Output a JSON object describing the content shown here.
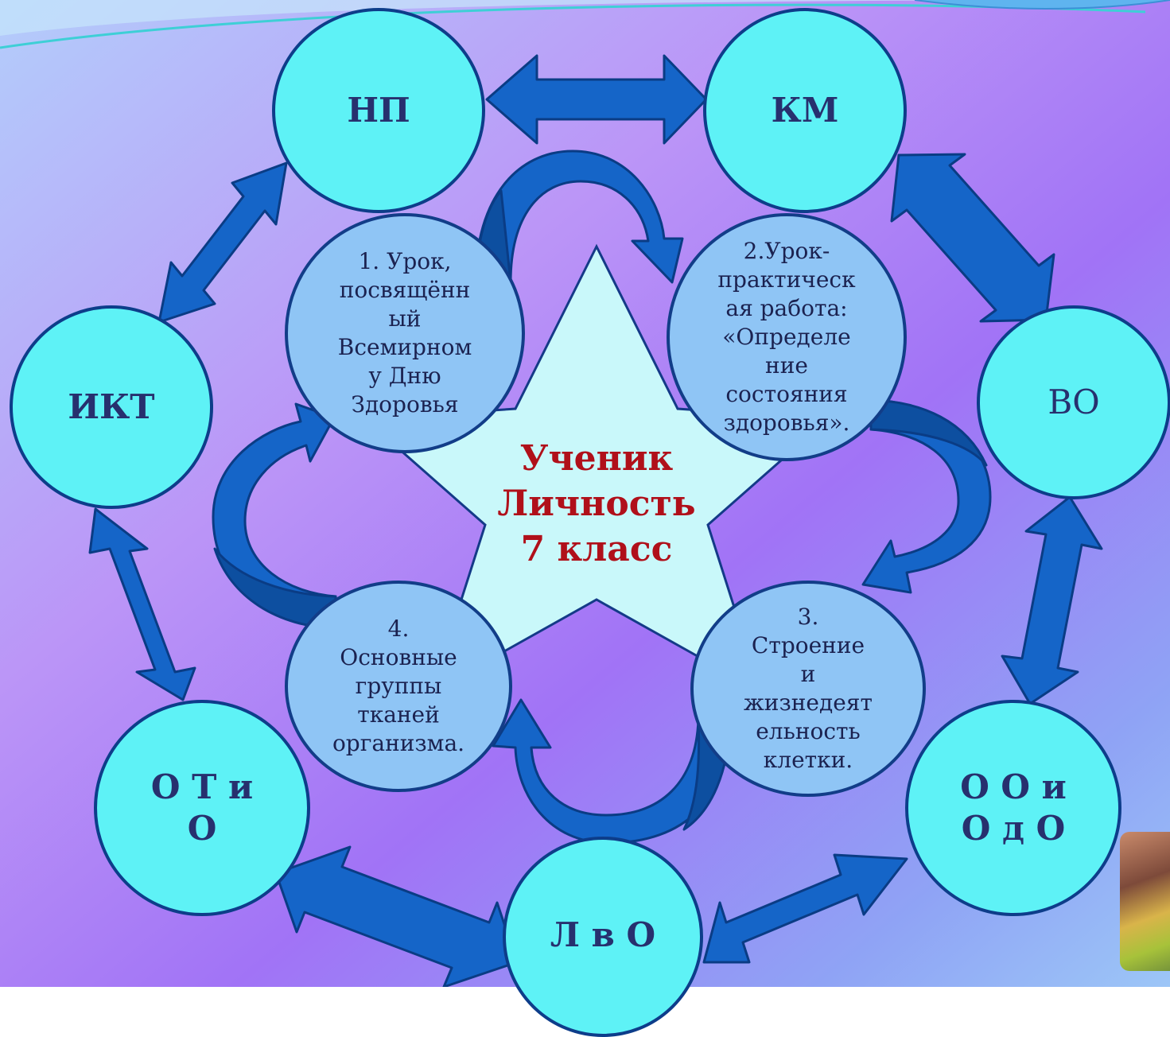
{
  "colors": {
    "outer_fill": "#5ef2f6",
    "inner_fill": "#8fc5f5",
    "border": "#0d3d8a",
    "arrow": "#1565c8",
    "arrow_dark": "#0d4fa0",
    "star_fill": "#c9f8fa",
    "center_text": "#b0101a"
  },
  "outer_nodes": {
    "np": "НП",
    "km": "КМ",
    "vo": "ВО",
    "ikt": "ИКТ",
    "otio": "О Т и\nО",
    "oodo": "О О и\nО д О",
    "lvo": "Л в О"
  },
  "inner_nodes": {
    "lesson1": "1. Урок,\nпосвящённ\nый\nВсемирном\nу Дню\nЗдоровья",
    "lesson2": "2.Урок-\nпрактическ\nая работа:\n«Определе\nние\nсостояния\nздоровья».",
    "lesson3": "3.\nСтроение\nи\nжизнедеят\nельность\nклетки.",
    "lesson4": "4.\nОсновные\nгруппы\nтканей\nорганизма."
  },
  "center": {
    "line1": "Ученик",
    "line2": "Личность",
    "line3": "7 класс"
  },
  "icons": {
    "photo": "photo-thumbnail"
  }
}
